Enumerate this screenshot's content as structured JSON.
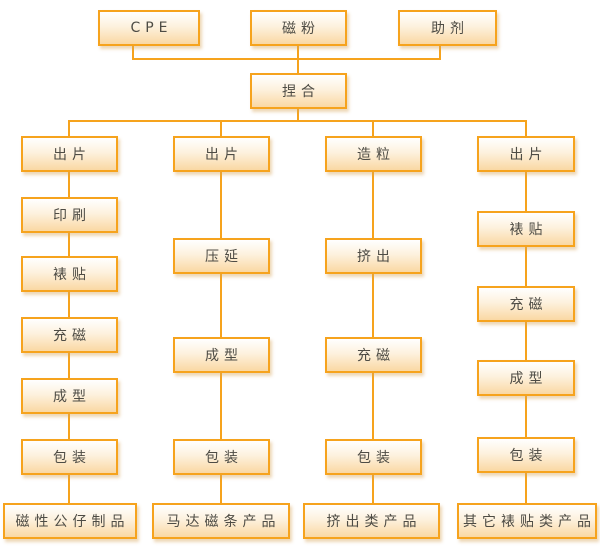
{
  "flowchart": {
    "inputs": [
      "CPE",
      "磁粉",
      "助剂"
    ],
    "mixing": "捏合",
    "columns": [
      {
        "steps": [
          "出片",
          "印刷",
          "裱贴",
          "充磁",
          "成型",
          "包装"
        ],
        "product": "磁性公仔制品"
      },
      {
        "steps": [
          "出片",
          "压延",
          "成型",
          "包装"
        ],
        "product": "马达磁条产品"
      },
      {
        "steps": [
          "造粒",
          "挤出",
          "充磁",
          "包装"
        ],
        "product": "挤出类产品"
      },
      {
        "steps": [
          "出片",
          "裱贴",
          "充磁",
          "成型",
          "包装"
        ],
        "product": "其它裱贴类产品"
      }
    ],
    "colors": {
      "border": "#F6A31D",
      "line": "#F6A31D",
      "text": "#4E4C45",
      "fill_top": "#FFFFFF",
      "fill_bottom": "#FAD8A3",
      "background": "#FFFFFF"
    }
  }
}
